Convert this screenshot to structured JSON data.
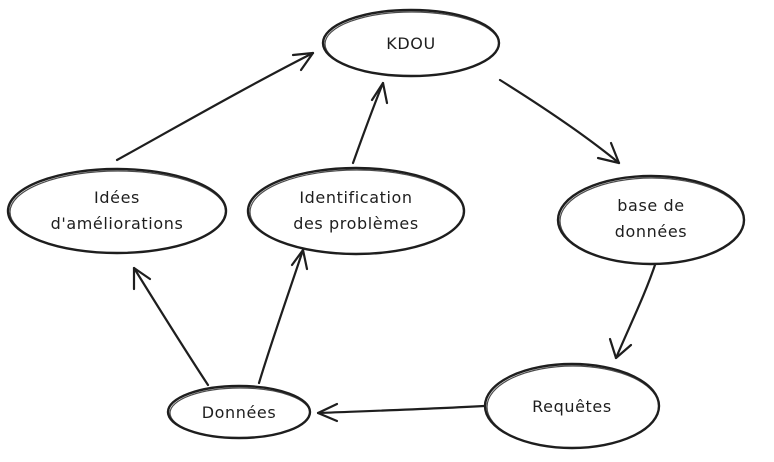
{
  "diagram": {
    "nodes": {
      "kdou": {
        "lines": [
          "KDOU"
        ]
      },
      "base": {
        "lines": [
          "base de",
          "données"
        ]
      },
      "requetes": {
        "lines": [
          "Requêtes"
        ]
      },
      "donnees": {
        "lines": [
          "Données"
        ]
      },
      "idees": {
        "lines": [
          "Idées",
          "d'améliorations"
        ]
      },
      "identification": {
        "lines": [
          "Identification",
          "des problèmes"
        ]
      }
    },
    "edges": [
      {
        "from": "kdou",
        "to": "base"
      },
      {
        "from": "base",
        "to": "requetes"
      },
      {
        "from": "requetes",
        "to": "donnees"
      },
      {
        "from": "donnees",
        "to": "idees"
      },
      {
        "from": "donnees",
        "to": "identification"
      },
      {
        "from": "idees",
        "to": "kdou"
      },
      {
        "from": "identification",
        "to": "kdou"
      }
    ]
  }
}
